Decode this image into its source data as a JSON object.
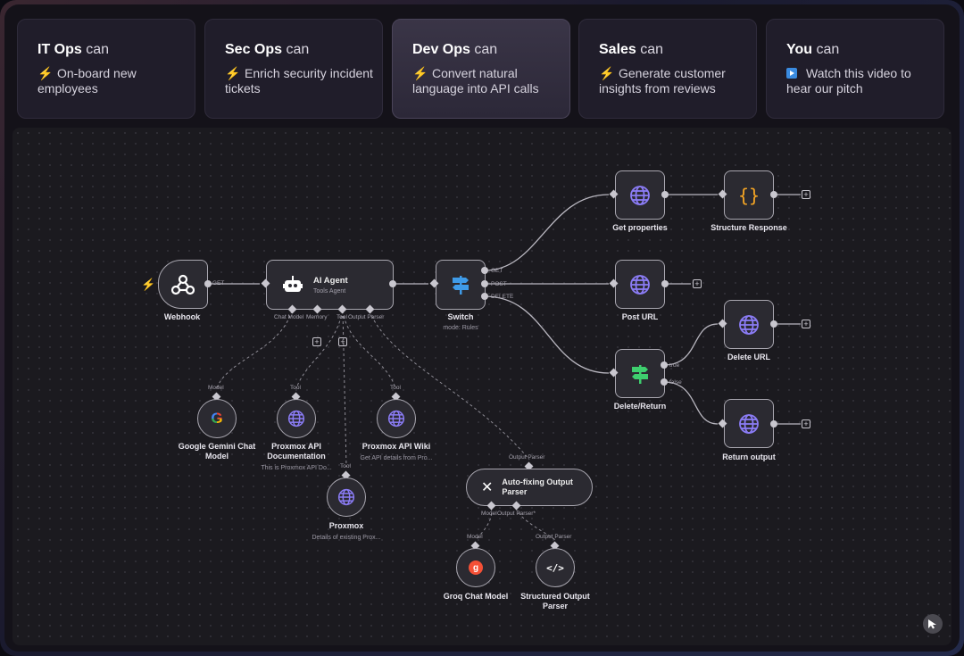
{
  "tabs": [
    {
      "role": "IT Ops",
      "suffix": "can",
      "icon": "bolt-icon",
      "desc": "On-board new employees"
    },
    {
      "role": "Sec Ops",
      "suffix": "can",
      "icon": "bolt-icon",
      "desc": "Enrich security incident tickets"
    },
    {
      "role": "Dev Ops",
      "suffix": "can",
      "icon": "bolt-icon",
      "desc": "Convert natural language into API calls",
      "active": true
    },
    {
      "role": "Sales",
      "suffix": "can",
      "icon": "bolt-icon",
      "desc": "Generate customer insights from reviews"
    },
    {
      "role": "You",
      "suffix": "can",
      "icon": "play-icon",
      "desc": "Watch this video to hear our pitch"
    }
  ],
  "nodes": {
    "webhook": {
      "label": "Webhook",
      "port": "GET"
    },
    "agent": {
      "label": "AI Agent",
      "sub": "Tools Agent",
      "ports": [
        "Chat Model",
        "Memory",
        "Tool",
        "Output Parser"
      ]
    },
    "switch": {
      "label": "Switch",
      "sub": "mode: Rules",
      "ports": [
        "GET",
        "POST",
        "DELETE"
      ]
    },
    "get_properties": {
      "label": "Get properties"
    },
    "structure_response": {
      "label": "Structure Response"
    },
    "post_url": {
      "label": "Post URL"
    },
    "delete_return": {
      "label": "Delete/Return",
      "ports": [
        "true",
        "false"
      ]
    },
    "delete_url": {
      "label": "Delete URL"
    },
    "return_output": {
      "label": "Return output"
    },
    "gemini": {
      "label": "Google Gemini Chat Model",
      "port": "Model"
    },
    "proxmox_doc": {
      "label": "Proxmox API Documentation",
      "sub": "This is Proxmox API Do...",
      "port": "Tool"
    },
    "proxmox_wiki": {
      "label": "Proxmox API Wiki",
      "sub": "Get API details from Pro...",
      "port": "Tool"
    },
    "proxmox": {
      "label": "Proxmox",
      "sub": "Details of existing Prox...",
      "port": "Tool"
    },
    "autofix": {
      "label": "Auto-fixing Output Parser",
      "port": "Output Parser",
      "ports": [
        "Model",
        "Output Parser*"
      ]
    },
    "groq": {
      "label": "Groq Chat Model",
      "port": "Model"
    },
    "structured": {
      "label": "Structured Output Parser",
      "port": "Output Parser"
    }
  },
  "colors": {
    "accent": "#ff6d5a",
    "globe": "#8b7cf6",
    "switch": "#3f9be8",
    "bracket": "#f5a524",
    "green": "#3ecf6e"
  }
}
